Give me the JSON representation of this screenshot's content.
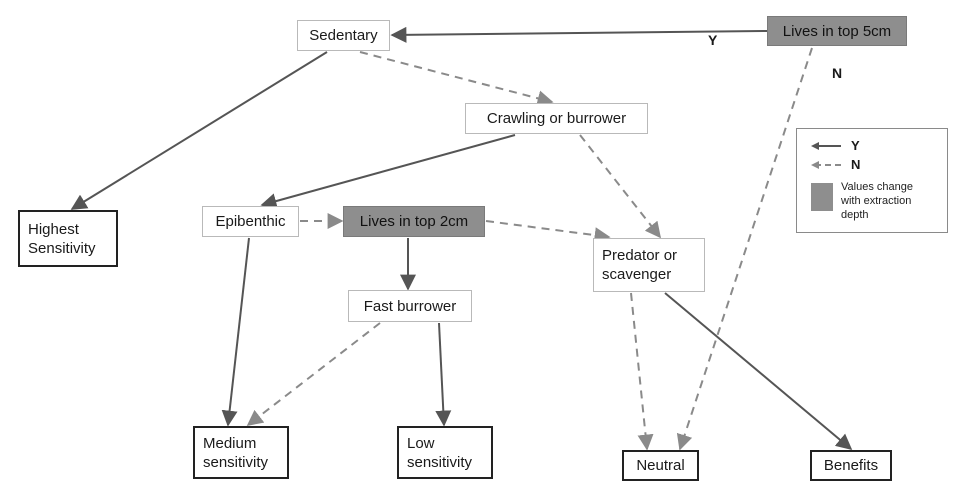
{
  "nodes": {
    "sedentary": "Sedentary",
    "lives_top_5cm": "Lives in top 5cm",
    "crawling_or_burrower": "Crawling or burrower",
    "epibenthic": "Epibenthic",
    "lives_top_2cm": "Lives in top 2cm",
    "predator_or_scavenger": "Predator or\nscavenger",
    "fast_burrower": "Fast burrower",
    "highest_sensitivity": "Highest\nSensitivity",
    "medium_sensitivity": "Medium\nsensitivity",
    "low_sensitivity": "Low\nsensitivity",
    "neutral": "Neutral",
    "benefits": "Benefits"
  },
  "edge_labels": {
    "yes": "Y",
    "no": "N"
  },
  "legend": {
    "yes_label": "Y",
    "no_label": "N",
    "swatch_label": "Values change\nwith extraction\ndepth"
  },
  "colors": {
    "yes_edge": "#555555",
    "no_edge": "#8a8a8a",
    "depth_dependent_fill": "#8e8e8e"
  },
  "edges": [
    {
      "from": "lives_top_5cm",
      "to": "sedentary",
      "type": "yes"
    },
    {
      "from": "lives_top_5cm",
      "to": "neutral",
      "type": "no"
    },
    {
      "from": "sedentary",
      "to": "highest_sensitivity",
      "type": "yes"
    },
    {
      "from": "sedentary",
      "to": "crawling_or_burrower",
      "type": "no"
    },
    {
      "from": "crawling_or_burrower",
      "to": "epibenthic",
      "type": "yes"
    },
    {
      "from": "crawling_or_burrower",
      "to": "predator_or_scavenger",
      "type": "no"
    },
    {
      "from": "epibenthic",
      "to": "lives_top_2cm",
      "type": "no"
    },
    {
      "from": "epibenthic",
      "to": "medium_sensitivity",
      "type": "yes"
    },
    {
      "from": "lives_top_2cm",
      "to": "fast_burrower",
      "type": "yes"
    },
    {
      "from": "lives_top_2cm",
      "to": "predator_or_scavenger",
      "type": "no"
    },
    {
      "from": "fast_burrower",
      "to": "medium_sensitivity",
      "type": "no"
    },
    {
      "from": "fast_burrower",
      "to": "low_sensitivity",
      "type": "yes"
    },
    {
      "from": "predator_or_scavenger",
      "to": "neutral",
      "type": "no"
    },
    {
      "from": "predator_or_scavenger",
      "to": "benefits",
      "type": "yes"
    }
  ]
}
